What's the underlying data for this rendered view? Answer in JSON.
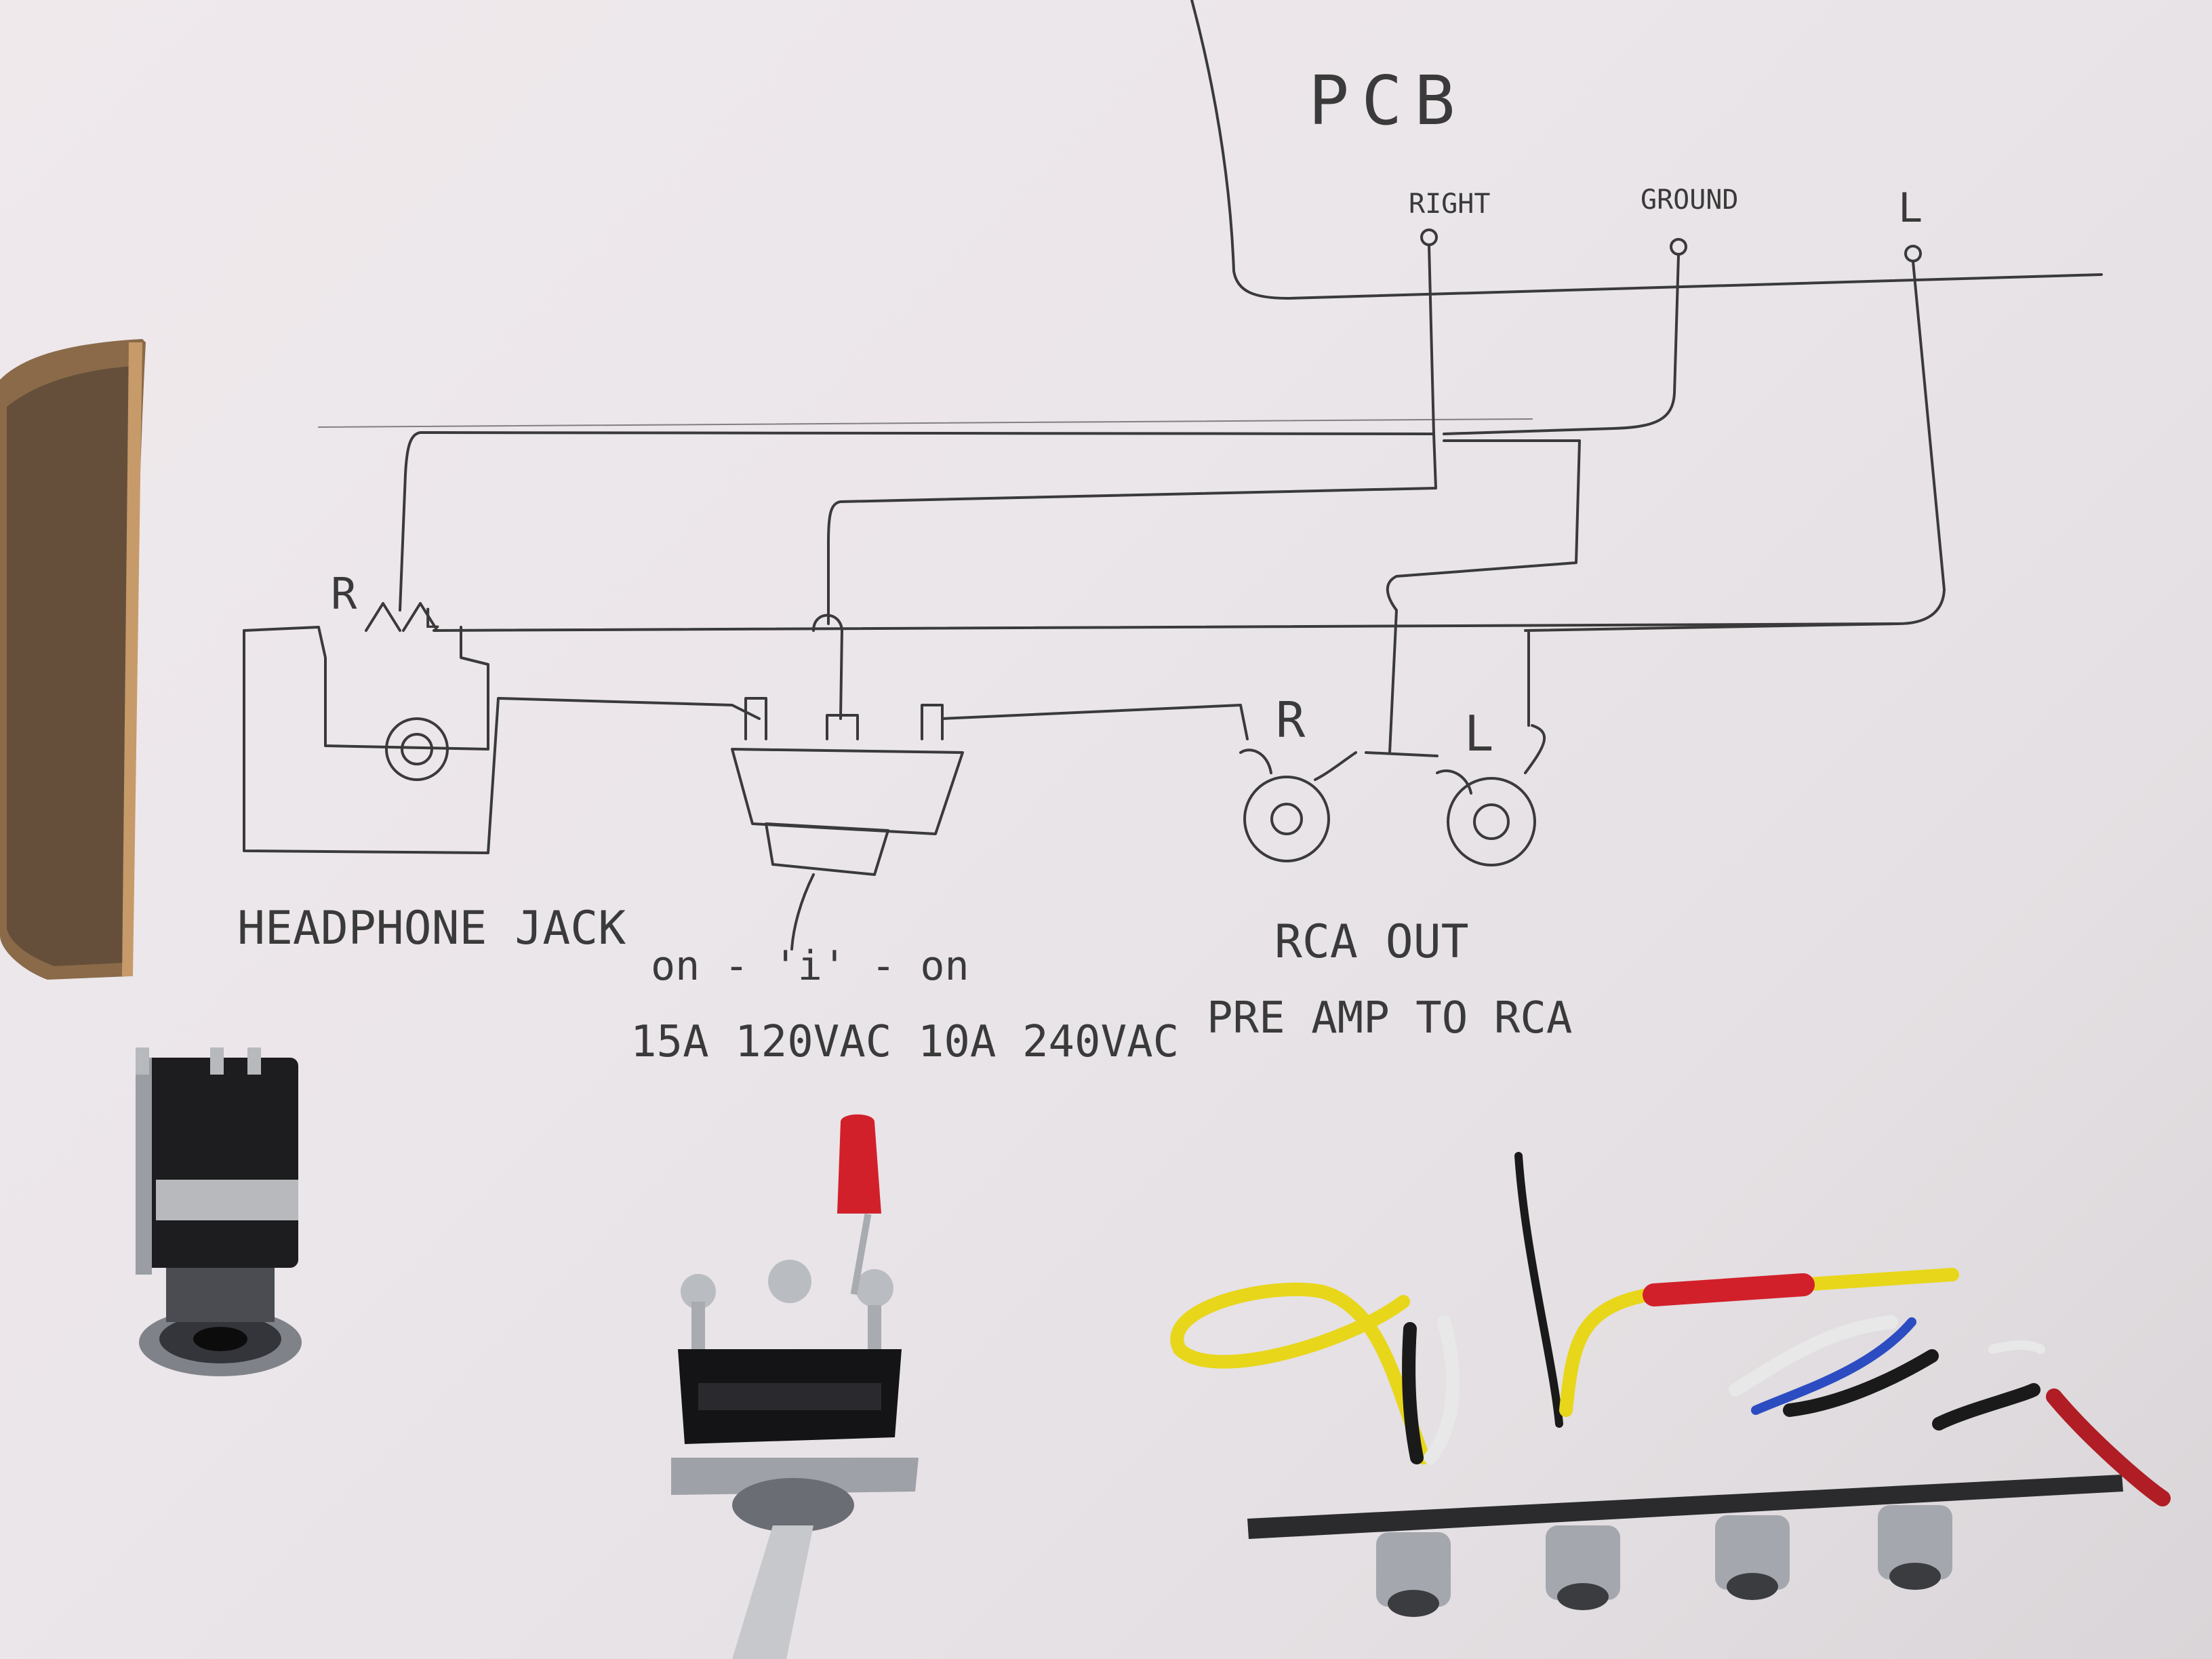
{
  "diagram": {
    "pcb_label": "PCB",
    "pcb_pins": {
      "signal": "RIGHT",
      "ground": "GROUND",
      "left": "L"
    },
    "headphone_jack": {
      "label": "HEADPHONE JACK",
      "terminal_r": "R",
      "terminal_l": "L"
    },
    "toggle_switch": {
      "mode_label": "on - 'i' - on",
      "rating_label": "15A 120VAC  10A 240VAC"
    },
    "rca_out": {
      "label": "RCA OUT",
      "sub_label": "PRE AMP TO RCA",
      "terminal_r": "R",
      "terminal_l": "L"
    }
  },
  "colors": {
    "paper": "#ebe6ea",
    "pencil": "#3a3a3a",
    "wire_yellow": "#e8d61a",
    "wire_red": "#d2202a",
    "wire_blue": "#2c4cc2",
    "wire_white": "#e8e8e8",
    "wire_black": "#1a1a1a",
    "metal": "#9a9da3",
    "copper_plate": "#a0764a"
  },
  "photo_components": [
    {
      "name": "headphone-jack-photo"
    },
    {
      "name": "toggle-switch-photo"
    },
    {
      "name": "rca-jack-panel-photo"
    },
    {
      "name": "copper-plate-photo"
    }
  ]
}
